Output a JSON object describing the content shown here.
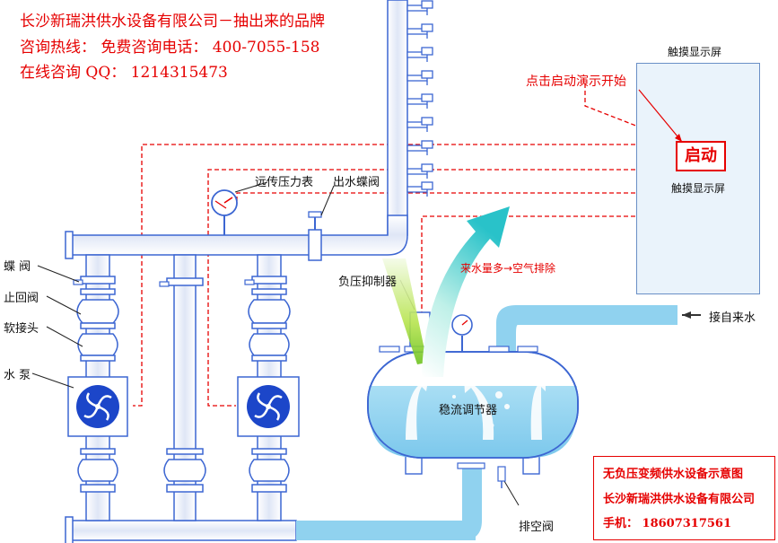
{
  "header": {
    "line1": "长沙新瑞洪供水设备有限公司－抽出来的品牌",
    "line2": "咨询热线：  免费咨询电话：  400-7055-158",
    "line3": "在线咨询 QQ：  1214315473"
  },
  "labels": {
    "butterfly_valve": "蝶  阀",
    "check_valve": "止回阀",
    "soft_joint": "软接头",
    "pump": "水  泵",
    "remote_gauge": "远传压力表",
    "outlet_valve": "出水蝶阀",
    "suppressor": "负压抑制器",
    "air_note": "来水量多→空气排除",
    "inlet": "接自来水",
    "tank": "稳流调节器",
    "drain_valve": "排空阀",
    "demo_hint": "点击启动演示开始"
  },
  "screen": {
    "title": "触摸显示屏",
    "start_label": "启动",
    "bottom_label": "触摸显示屏"
  },
  "info": {
    "title": "无负压变频供水设备示意图",
    "company": "长沙新瑞洪供水设备有限公司",
    "phone": "手机：  18607317561"
  },
  "colors": {
    "pipe": "#3c66d2",
    "water": "#90d2ef",
    "brand_red": "#e60000"
  }
}
